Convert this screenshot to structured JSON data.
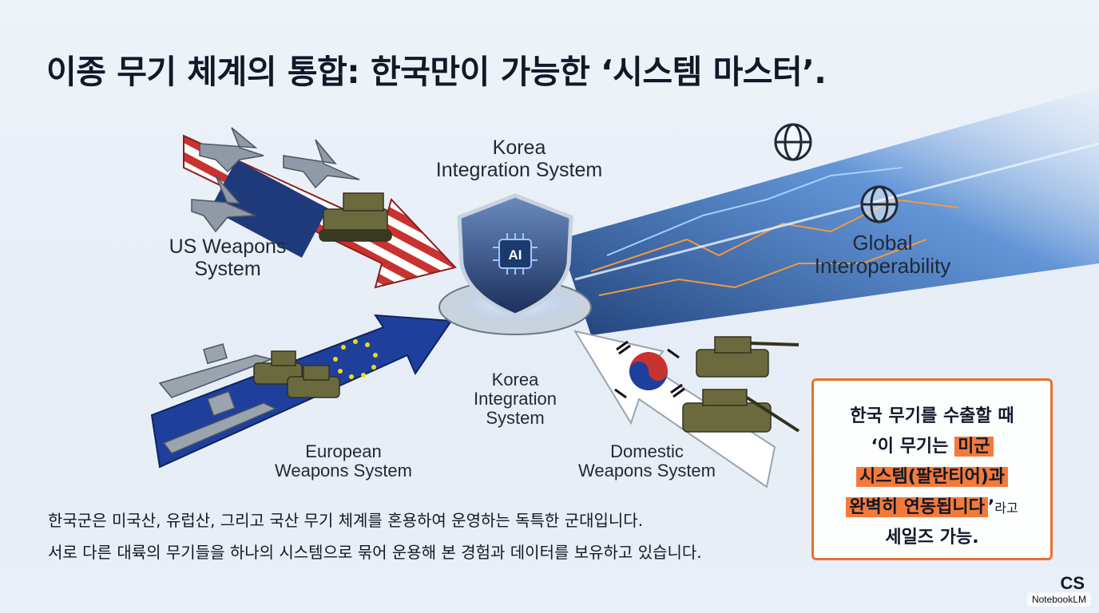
{
  "title": "이종 무기 체계의 통합: 한국만이 가능한 ‘시스템 마스터’.",
  "labels": {
    "top_line1": "Korea",
    "top_line2": "Integration System",
    "center_line1": "Korea",
    "center_line2": "Integration",
    "center_line3": "System",
    "shield_text": "AI",
    "us_line1": "US Weapons",
    "us_line2": "System",
    "global_line1": "Global",
    "global_line2": "Interoperability",
    "eu_line1": "European",
    "eu_line2": "Weapons System",
    "dom_line1": "Domestic",
    "dom_line2": "Weapons System"
  },
  "body": {
    "line1": "한국군은 미국산, 유럽산, 그리고 국산 무기 체계를 혼용하여 운영하는 독특한 군대입니다.",
    "line2": "서로 다른 대륙의 무기들을 하나의 시스템으로 묶어 운용해 본 경험과 데이터를 보유하고 있습니다."
  },
  "callout": {
    "l1": "한국 무기를 수출할 때",
    "l2_plain": "‘이 무기는 ",
    "l2_hl": "미군",
    "l3_hl": "시스템(팔란티어)과",
    "l4_hl": "완벽히 연동됩니다",
    "l4_end": "’",
    "l4_small": "라고",
    "l5": "세일즈 가능."
  },
  "icons": [
    "fighter-jet-icon",
    "tank-icon",
    "warship-icon",
    "shield-icon",
    "globe-icon",
    "circuit-icon"
  ],
  "colors": {
    "accent_orange": "#f47a3c",
    "us_red": "#c0392b",
    "eu_blue": "#1f3f9c",
    "tech_blue": "#2f7fd8"
  },
  "watermark": "NotebookLM",
  "corner_logo": "CS"
}
